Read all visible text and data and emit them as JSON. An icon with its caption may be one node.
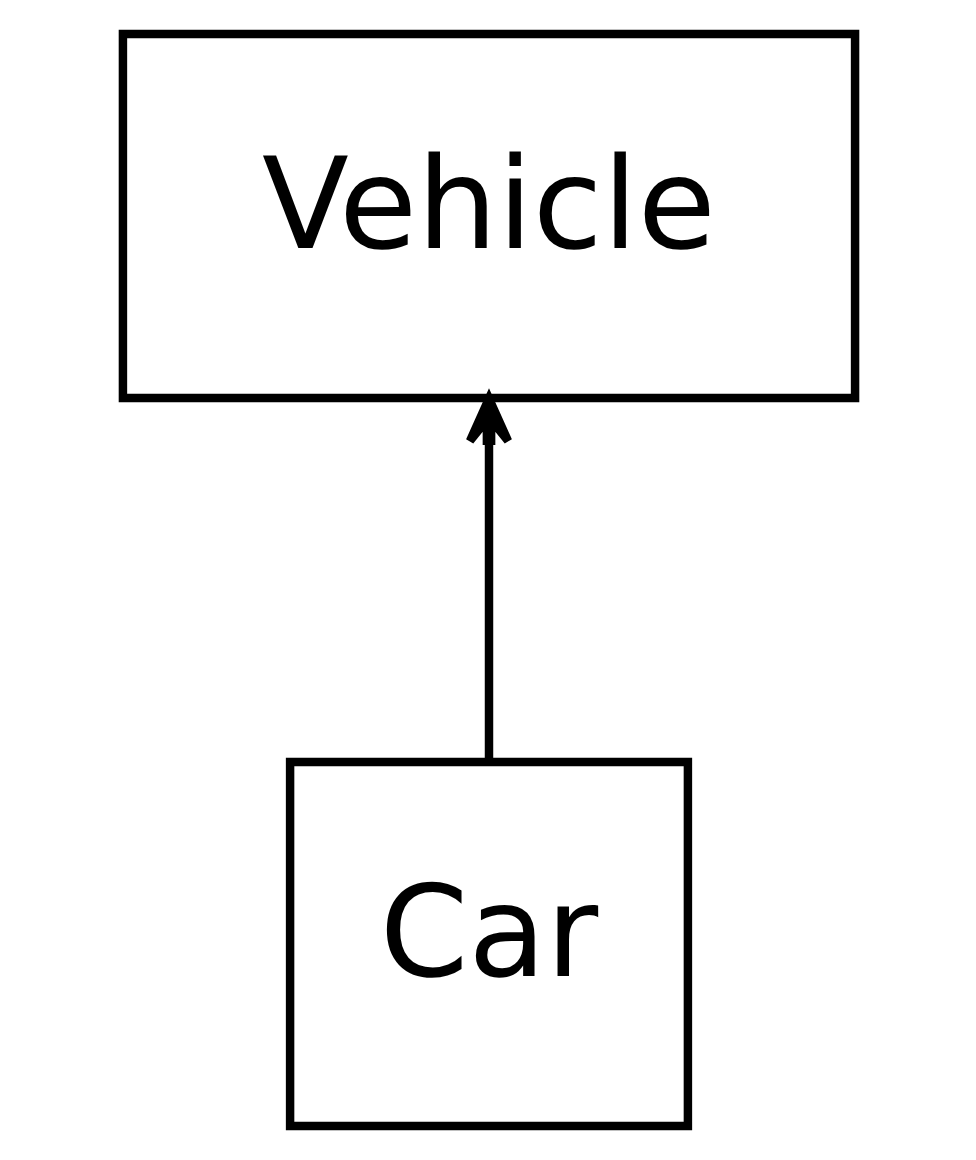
{
  "diagram": {
    "nodes": [
      {
        "text": [
          "Vehicle"
        ]
      },
      {
        "text": [
          "Car"
        ]
      }
    ],
    "edges": [
      {
        "from": 1,
        "to": 0,
        "arrow": "to"
      }
    ]
  }
}
